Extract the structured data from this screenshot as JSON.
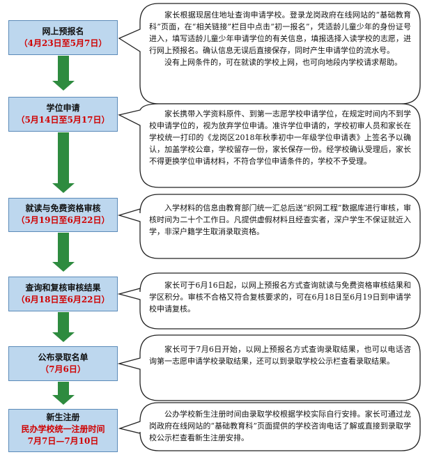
{
  "steps": [
    {
      "title": "网上预报名",
      "date": "（4月23日至5月7日）"
    },
    {
      "title": "学位申请",
      "date": "（5月14日至5月17日）"
    },
    {
      "title": "就读与免费资格审核",
      "date": "（5月19日至6月22日）"
    },
    {
      "title": "查询和复核审核结果",
      "date": "（6月18日至6月22日）"
    },
    {
      "title": "公布录取名单",
      "date": "（7月6日）"
    },
    {
      "title": "新生注册",
      "date": "民办学校统一注册时间",
      "date2": "7月7日—7月10日"
    }
  ],
  "notes": [
    {
      "paragraphs": [
        "家长根据现居住地址查询申请学校。登录龙岗政府在线网站的“基础教育科”页面，在“相关链接”栏目中点击“初一报名”，凭适龄儿童少年的身份证号进入，填写适龄儿童少年申请学位的有关信息，填报选择入读学校的志愿，进行网上预报名。确认信息无误后直接保存，同时产生申请学位的流水号。",
        "没有上网条件的，可在就读的学校上网，也可向地段内学校请求帮助。"
      ]
    },
    {
      "paragraphs": [
        "家长携带入学资料原件、到第一志愿学校申请学位，在规定时间内不到学校申请学位的，视为放弃学位申请。准许学位申请的，学校初审人员和家长在学校统一打印的《龙岗区2018年秋季初中一年级学位申请表》上签名予以确认，加盖学校公章，学校留存一份，家长保存一份。经学校确认受理后，家长不得更换学位申请材料，不符合学位申请条件的，学校不予受理。"
      ]
    },
    {
      "paragraphs": [
        "入学材料的信息由教育部门统一汇总后送“织网工程”数据库进行审核，审核时间为二十个工作日。凡提供虚假材料且经查实者，深户学生不保证就近入学，非深户籍学生取消录取资格。"
      ]
    },
    {
      "paragraphs": [
        "家长可于6月16日起，以网上预报名方式查询就读与免费资格审核结果和学区积分。审核不合格又符合复核要求的，可在6月18日至6月19日到申请学校申请复核。"
      ]
    },
    {
      "paragraphs": [
        "家长可于7月6日开始，以网上预报名方式查询录取结果，也可以电话咨询第一志愿申请学校录取结果，还可以到录取学校公示栏查看录取结果。"
      ]
    },
    {
      "paragraphs": [
        "公办学校新生注册时间由录取学校根据学校实际自行安排。家长可通过龙岗政府在线网站的“基础教育科”页面提供的学校咨询电话了解或直接到录取学校公示栏查看新生注册安排。"
      ]
    }
  ]
}
